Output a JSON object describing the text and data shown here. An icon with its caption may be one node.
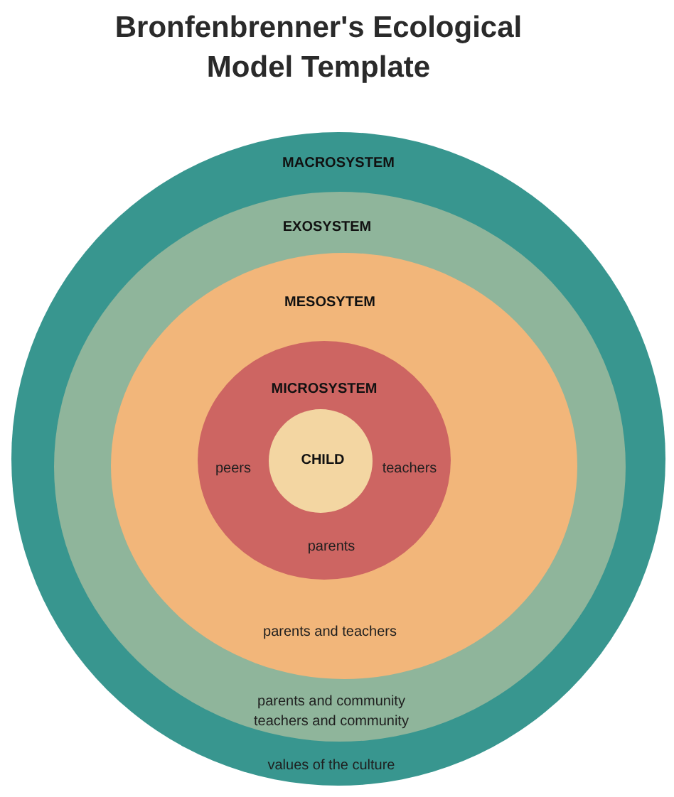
{
  "diagram": {
    "title": "Bronfenbrenner's Ecological Model Template",
    "nodes": [
      {
        "text": [
          "MACROSYSTEM",
          "values of the culture"
        ]
      },
      {
        "text": [
          "EXOSYSTEM",
          "parents and community",
          "teachers and community"
        ],
        "in": 0
      },
      {
        "text": [
          "MESOSYTEM",
          "parents and teachers"
        ],
        "in": 1
      },
      {
        "text": [
          "MICROSYSTEM",
          "peers",
          "teachers",
          "parents"
        ],
        "in": 2
      },
      {
        "text": [
          "CHILD"
        ],
        "in": 3
      }
    ],
    "edges": []
  }
}
